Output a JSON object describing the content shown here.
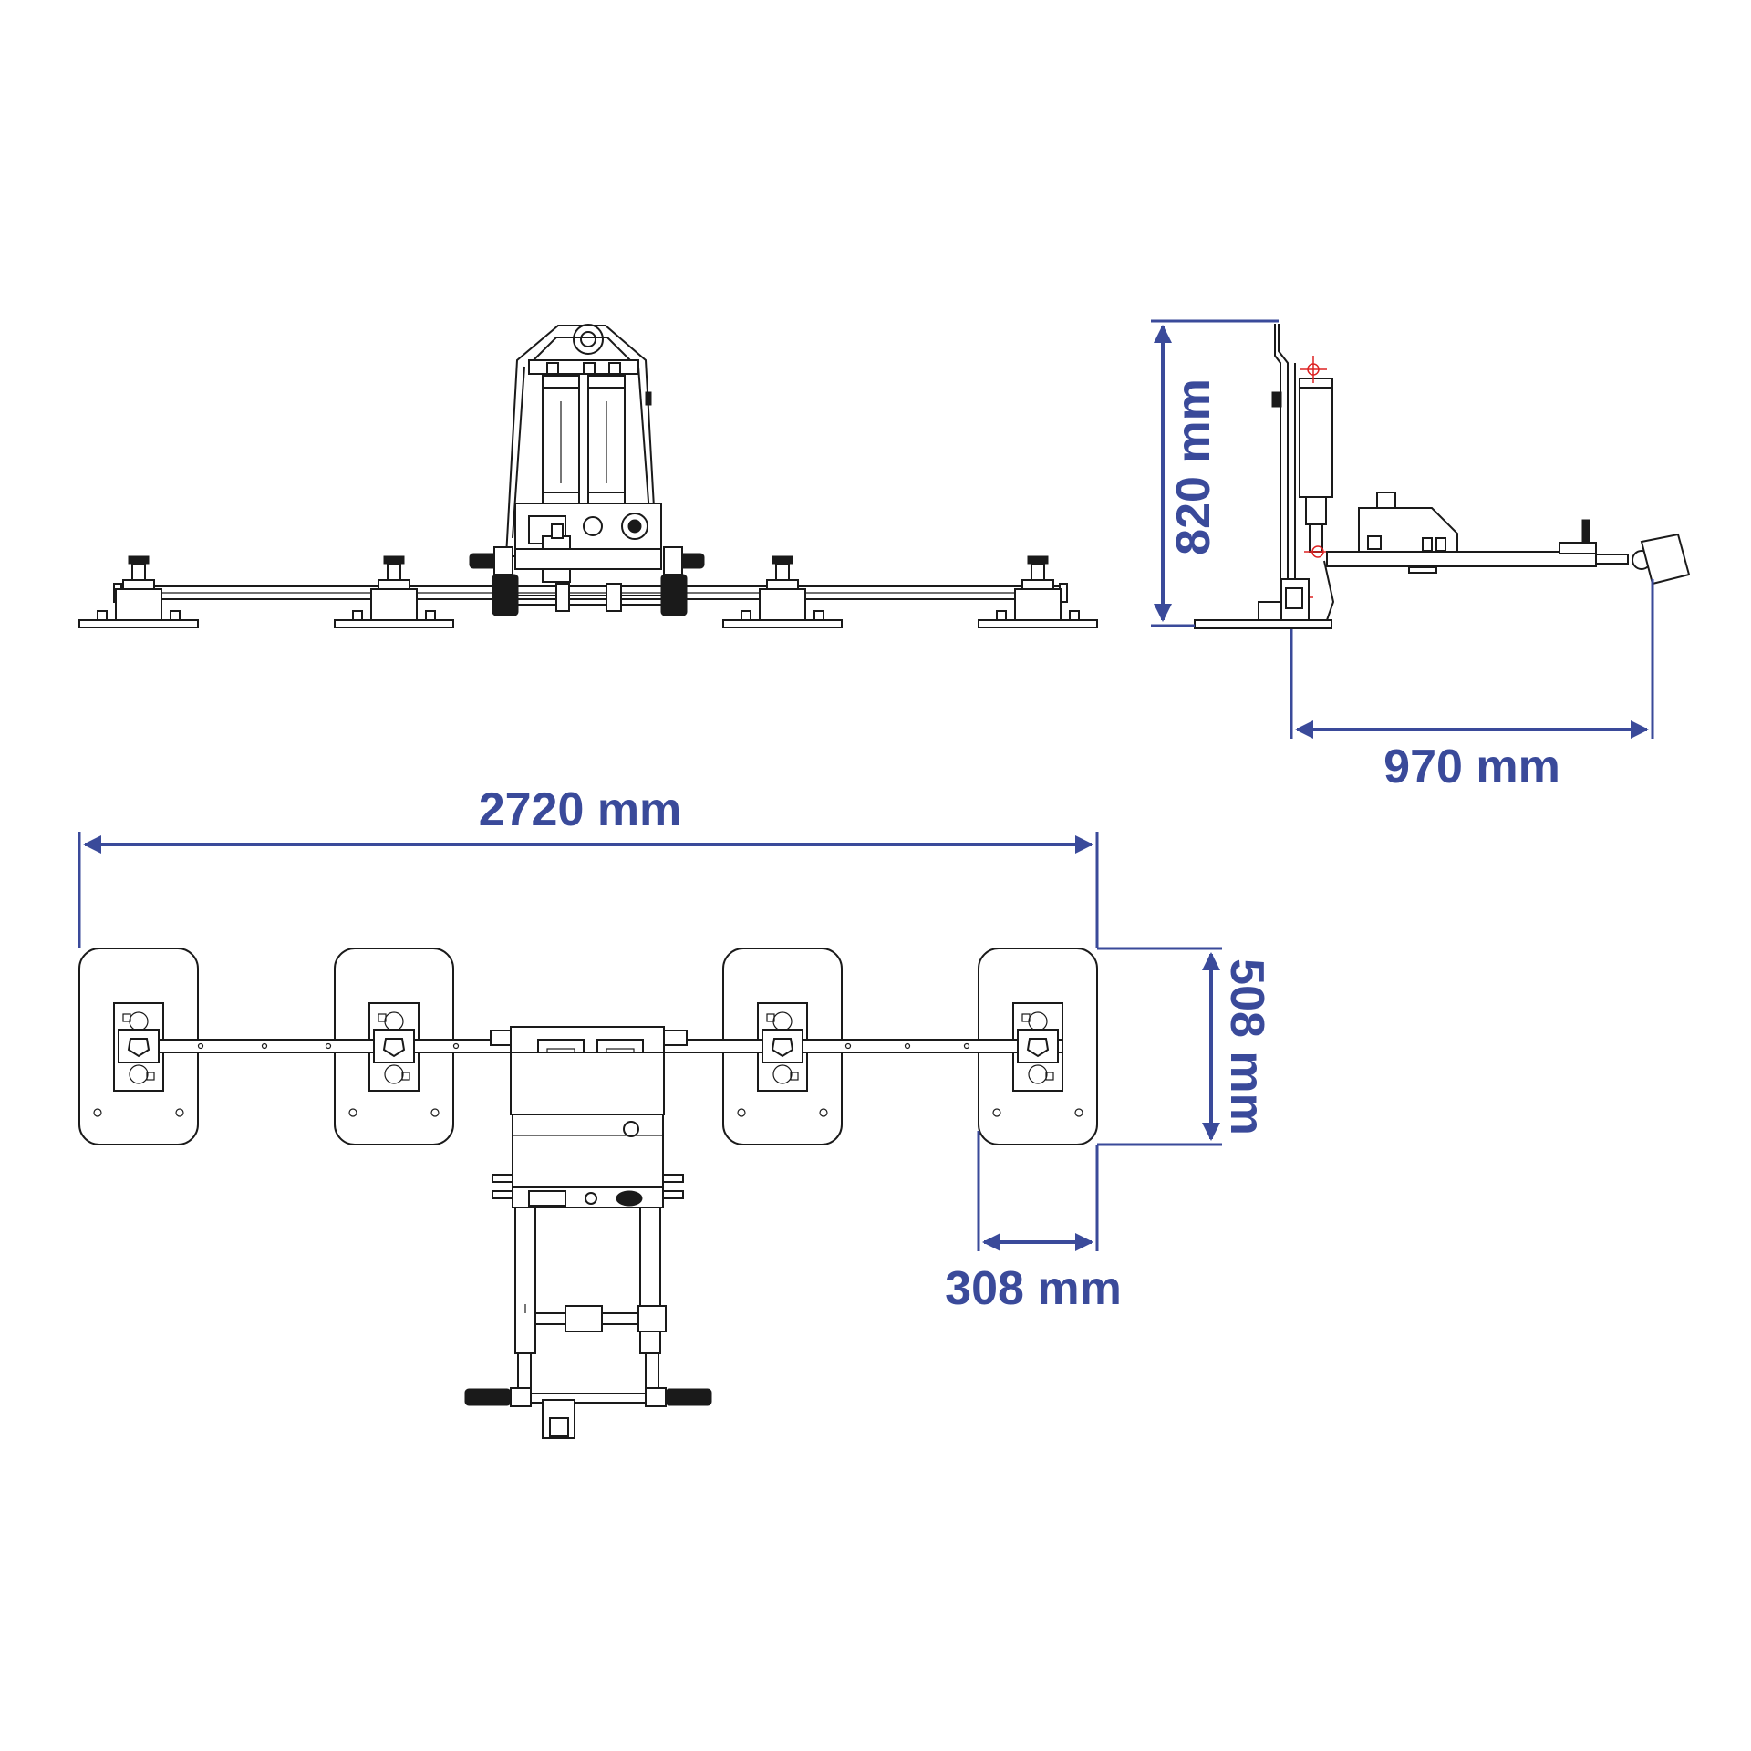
{
  "dimensions": {
    "height": "820 mm",
    "depth": "970 mm",
    "length": "2720 mm",
    "pad_length": "508 mm",
    "pad_width": "308 mm"
  },
  "colors": {
    "dimension": "#3a4a9a",
    "line": "#1a1a1a",
    "marker": "#dd2222"
  }
}
